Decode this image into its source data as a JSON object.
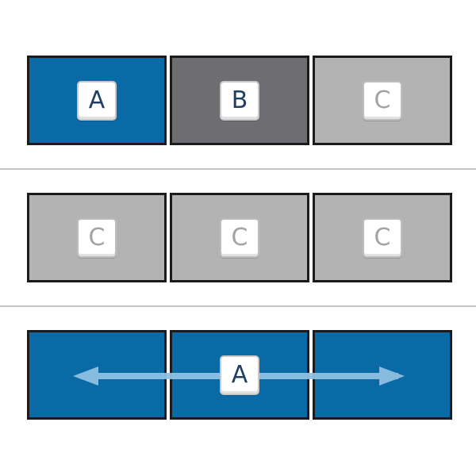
{
  "colors": {
    "active": "#0a6aa6",
    "secondary": "#6e6d72",
    "inactive": "#b3b3b3",
    "bezel": "#1b1b1b",
    "arrow": "#8fc1e3"
  },
  "rows": [
    {
      "screens": [
        {
          "letter": "A",
          "state": "active"
        },
        {
          "letter": "B",
          "state": "secondary"
        },
        {
          "letter": "C",
          "state": "inactive"
        }
      ]
    },
    {
      "screens": [
        {
          "letter": "C",
          "state": "inactive"
        },
        {
          "letter": "C",
          "state": "inactive"
        },
        {
          "letter": "C",
          "state": "inactive"
        }
      ]
    },
    {
      "spanning": true,
      "span_letter": "A",
      "arrow": "double-headed-horizontal-arrow",
      "screens": [
        {
          "state": "active"
        },
        {
          "state": "active"
        },
        {
          "state": "active"
        }
      ]
    }
  ]
}
